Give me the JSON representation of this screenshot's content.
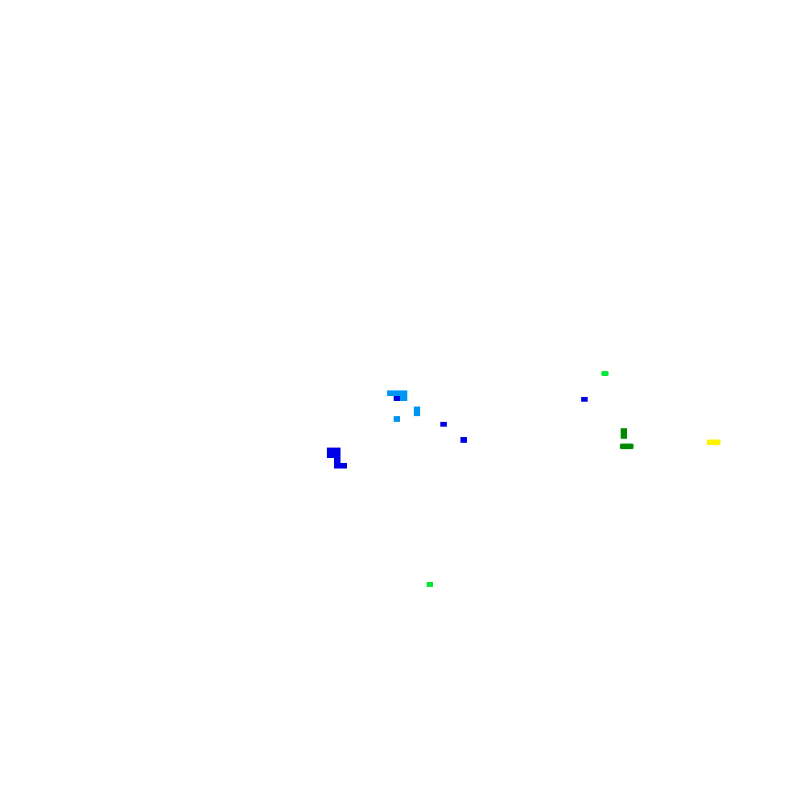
{
  "scene": {
    "background": "#ffffff",
    "blobs": [
      {
        "id": "green-blob-1",
        "color": "#00e636"
      },
      {
        "id": "lightblue-blob-1",
        "color": "#0095f0"
      },
      {
        "id": "lightblue-blob-2",
        "color": "#0095f0"
      },
      {
        "id": "blue-blob-1",
        "color": "#0000e6"
      },
      {
        "id": "blue-blob-2",
        "color": "#0000e6"
      },
      {
        "id": "lightblue-blob-3",
        "color": "#0095f0"
      },
      {
        "id": "lightblue-blob-4",
        "color": "#0095f0"
      },
      {
        "id": "blue-blob-3",
        "color": "#0000e6"
      },
      {
        "id": "darkgreen-blob-1",
        "color": "#008a00"
      },
      {
        "id": "blue-blob-4",
        "color": "#0000e6"
      },
      {
        "id": "yellow-blob-1",
        "color": "#fff200"
      },
      {
        "id": "darkgreen-blob-2",
        "color": "#008a00"
      },
      {
        "id": "blue-blob-5",
        "color": "#0000e6"
      },
      {
        "id": "blue-blob-6",
        "color": "#0000e6"
      },
      {
        "id": "blue-blob-7",
        "color": "#0000e6"
      },
      {
        "id": "green-blob-2",
        "color": "#00e636"
      }
    ]
  }
}
